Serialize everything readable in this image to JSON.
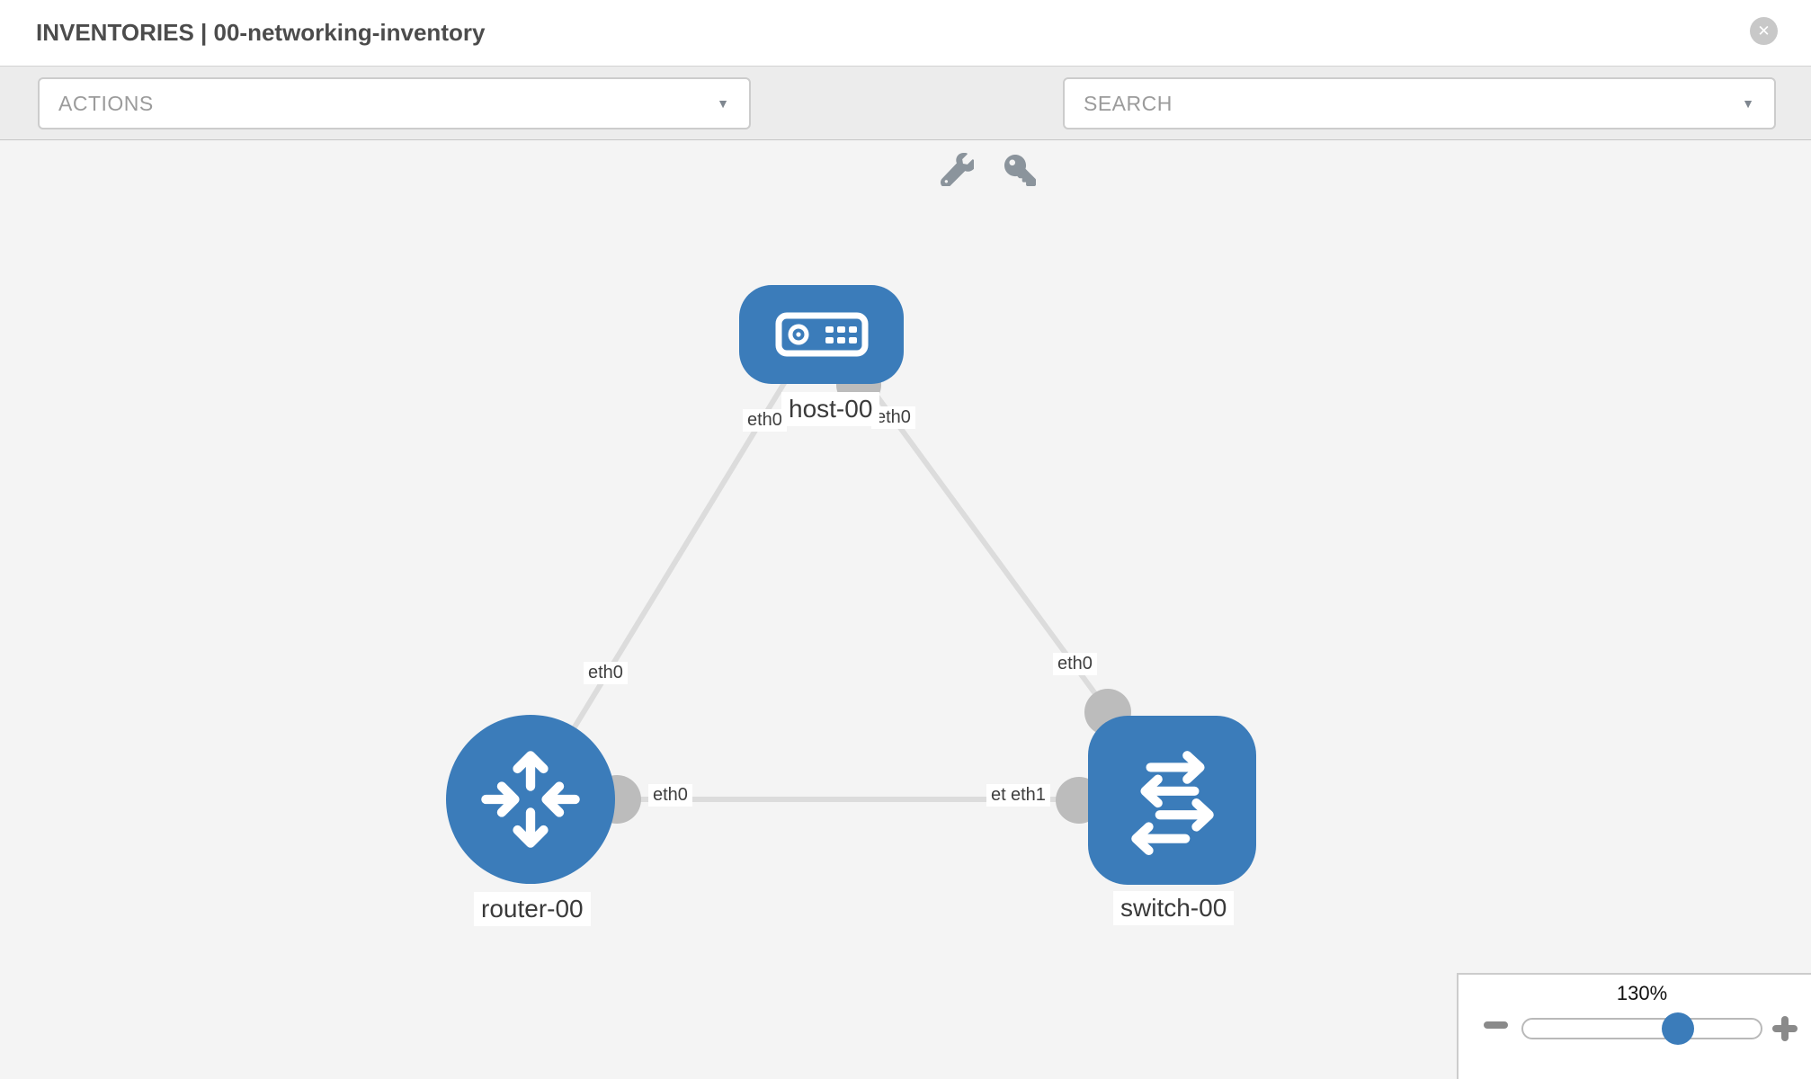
{
  "header": {
    "title": "INVENTORIES | 00-networking-inventory"
  },
  "toolbar": {
    "actions_label": "ACTIONS",
    "search_label": "SEARCH",
    "icons": [
      "wrench-icon",
      "key-icon"
    ]
  },
  "icons": {
    "close": "✕",
    "caret": "▼"
  },
  "colors": {
    "node_blue": "#3b7cba",
    "link_gray": "#dcdcdc",
    "interface_gray": "#bcbcbc",
    "toolbar_bg": "#ececec",
    "canvas_bg": "#f4f4f4"
  },
  "graph": {
    "nodes": [
      {
        "id": "host-00",
        "label": "host-00",
        "type": "host"
      },
      {
        "id": "router-00",
        "label": "router-00",
        "type": "router"
      },
      {
        "id": "switch-00",
        "label": "switch-00",
        "type": "switch"
      }
    ],
    "links": [
      {
        "source": "host-00",
        "target": "router-00",
        "source_if": "eth0",
        "target_if": "eth0"
      },
      {
        "source": "host-00",
        "target": "switch-00",
        "source_if": "eth0",
        "target_if": "eth0"
      },
      {
        "source": "router-00",
        "target": "switch-00",
        "source_if": "eth0",
        "target_if": "eth1",
        "target_if_underlay": "eth0"
      }
    ]
  },
  "zoom_control": {
    "value": "130%",
    "min_icon": "minus",
    "max_icon": "plus"
  }
}
